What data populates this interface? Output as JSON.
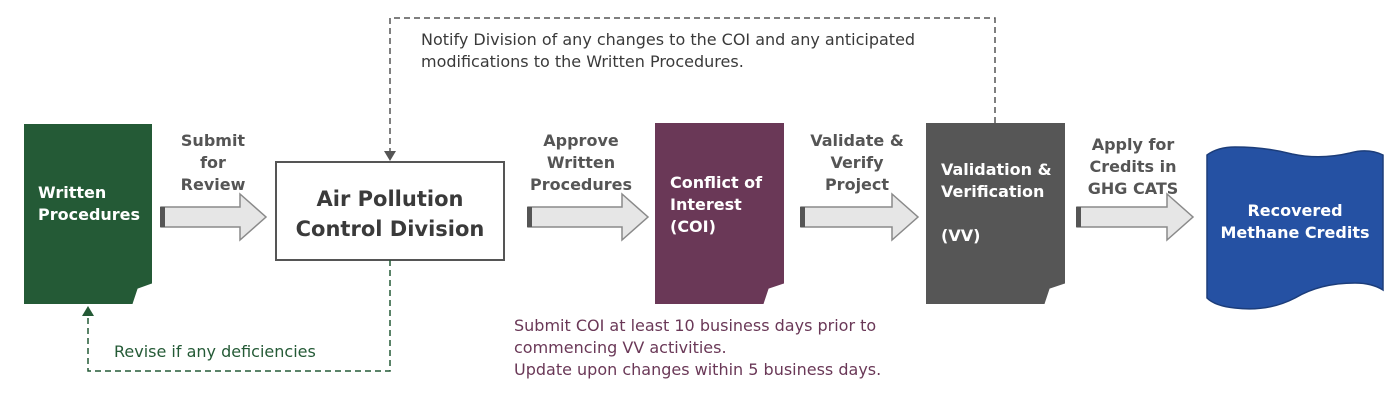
{
  "nodes": {
    "written_procedures": "Written\nProcedures",
    "apcd": "Air Pollution\nControl Division",
    "coi": "Conflict of\nInterest\n(COI)",
    "vv": "Validation &\nVerification\n\n(VV)",
    "credits": "Recovered\nMethane Credits"
  },
  "arrows": {
    "submit": "Submit\nfor\nReview",
    "approve": "Approve\nWritten\nProcedures",
    "validate": "Validate &\nVerify\nProject",
    "apply": "Apply for\nCredits in\nGHG CATS"
  },
  "notes": {
    "notify": "Notify Division of any changes to the COI and any anticipated\nmodifications to the Written Procedures.",
    "revise": "Revise if any deficiencies",
    "coi_note": "Submit COI at least 10 business days prior to\ncommencing VV activities.\nUpdate upon changes within 5 business days."
  },
  "colors": {
    "written_procedures": "#245a36",
    "coi": "#6a3857",
    "vv": "#565656",
    "credits": "#2551a3",
    "revise_text": "#245a36",
    "coi_note_text": "#6a3857",
    "body_text": "#3a3a3a"
  }
}
